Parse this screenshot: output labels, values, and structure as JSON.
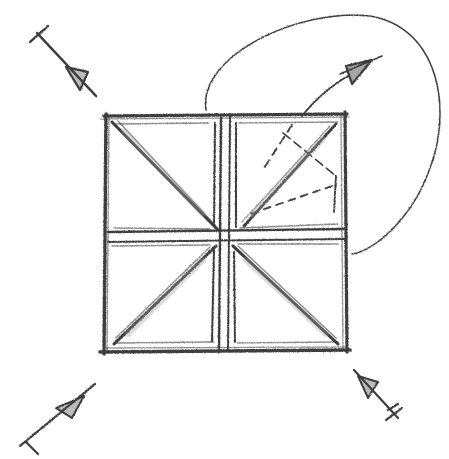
{
  "figure": {
    "kind": "pencil-sketch",
    "content": "origami-fold-diagram",
    "stroke_color": "#3c3c3c",
    "shade_color": "#7a7a7a",
    "background": "#ffffff",
    "arrow_count": 4,
    "arrow_directions": [
      "in",
      "out",
      "in",
      "in"
    ],
    "grid": "2x2-with-diagonals"
  }
}
